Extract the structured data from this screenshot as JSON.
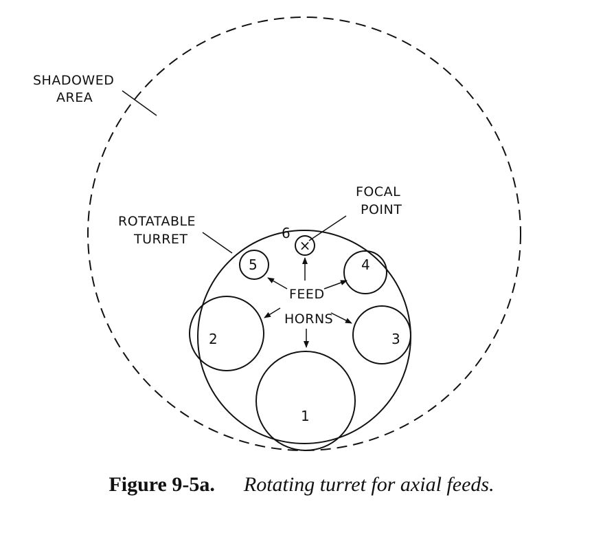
{
  "labels": {
    "shadowed_line1": "SHADOWED",
    "shadowed_line2": "AREA",
    "focal_line1": "FOCAL",
    "focal_line2": "POINT",
    "rotatable_line1": "ROTATABLE",
    "rotatable_line2": "TURRET",
    "feed": "FEED",
    "horns": "HORNS",
    "focal_mark": "×"
  },
  "horn_numbers": [
    "1",
    "2",
    "3",
    "4",
    "5",
    "6"
  ],
  "caption": {
    "number": "Figure 9-5a.",
    "text": "Rotating turret for axial feeds."
  },
  "colors": {
    "ink": "#111111",
    "background": "#ffffff"
  }
}
